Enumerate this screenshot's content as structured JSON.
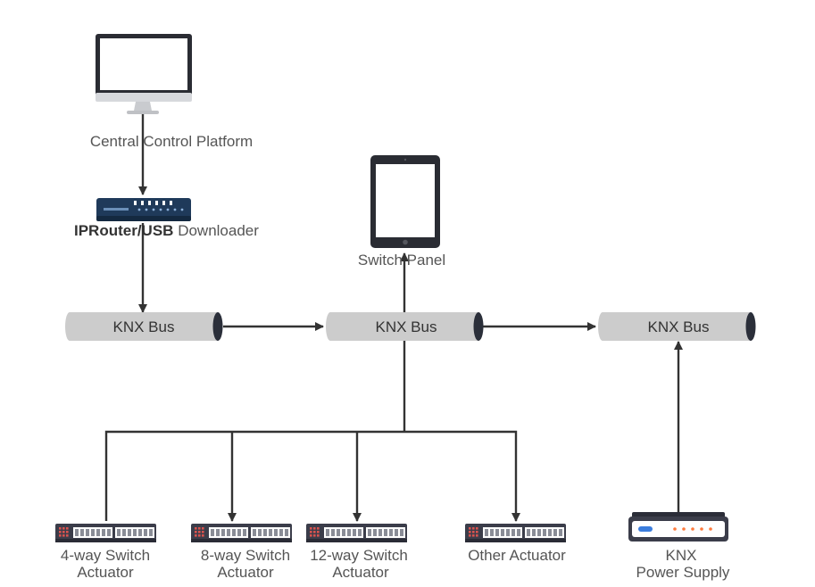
{
  "central": {
    "label": "Central Control Platform",
    "icon": "desktop-monitor-icon"
  },
  "router": {
    "label_a": "IPRouter/USB",
    "label_b": " Downloader",
    "icon": "ip-router-icon"
  },
  "panel": {
    "label": "Switch Panel",
    "icon": "tablet-icon"
  },
  "buses": [
    {
      "label": "KNX Bus"
    },
    {
      "label": "KNX Bus"
    },
    {
      "label": "KNX Bus"
    }
  ],
  "actuators": [
    {
      "line1": "4-way Switch",
      "line2": "Actuator"
    },
    {
      "line1": "8-way Switch",
      "line2": "Actuator"
    },
    {
      "line1": "12-way Switch",
      "line2": "Actuator"
    },
    {
      "line1": "Other Actuator",
      "line2": ""
    }
  ],
  "power_supply": {
    "line1": "KNX",
    "line2": "Power Supply",
    "icon": "power-supply-icon"
  },
  "colors": {
    "line": "#333333",
    "bus_fill": "#cccccc",
    "bus_cap": "#2b2f3a",
    "device": "#3b3d4a",
    "router": "#1f3a5a",
    "led_orange": "#ff7a3c",
    "led_blue": "#3b7ddd"
  }
}
